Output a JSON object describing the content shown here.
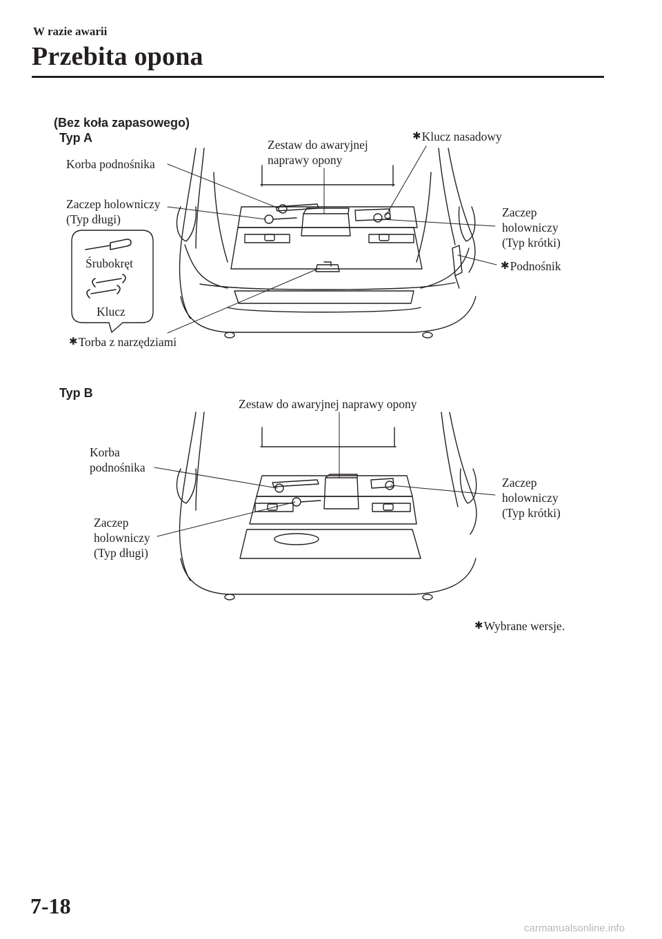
{
  "header": {
    "section": "W razie awarii",
    "title": "Przebita opona"
  },
  "variant_heading": "(Bez koła zapasowego)",
  "figure_a": {
    "heading": "Typ A",
    "labels": {
      "jack_handle": "Korba podnośnika",
      "tow_hook_long_line1": "Zaczep holowniczy",
      "tow_hook_long_line2": "(Typ długi)",
      "screwdriver": "Śrubokręt",
      "wrench": "Klucz",
      "tool_bag": "Torba z narzędziami",
      "repair_kit_line1": "Zestaw do awaryjnej",
      "repair_kit_line2": "naprawy opony",
      "lug_wrench": "Klucz nasadowy",
      "tow_hook_short_line1": "Zaczep",
      "tow_hook_short_line2": "holowniczy",
      "tow_hook_short_line3": "(Typ krótki)",
      "jack": "Podnośnik"
    }
  },
  "figure_b": {
    "heading": "Typ B",
    "labels": {
      "repair_kit": "Zestaw do awaryjnej naprawy opony",
      "jack_handle_line1": "Korba",
      "jack_handle_line2": "podnośnika",
      "tow_hook_long_line1": "Zaczep",
      "tow_hook_long_line2": "holowniczy",
      "tow_hook_long_line3": "(Typ długi)",
      "tow_hook_short_line1": "Zaczep",
      "tow_hook_short_line2": "holowniczy",
      "tow_hook_short_line3": "(Typ krótki)"
    }
  },
  "footnote": "Wybrane wersje.",
  "footnote_symbol": "✱",
  "page_number": "7-18",
  "watermark": "carmanualsonline.info"
}
